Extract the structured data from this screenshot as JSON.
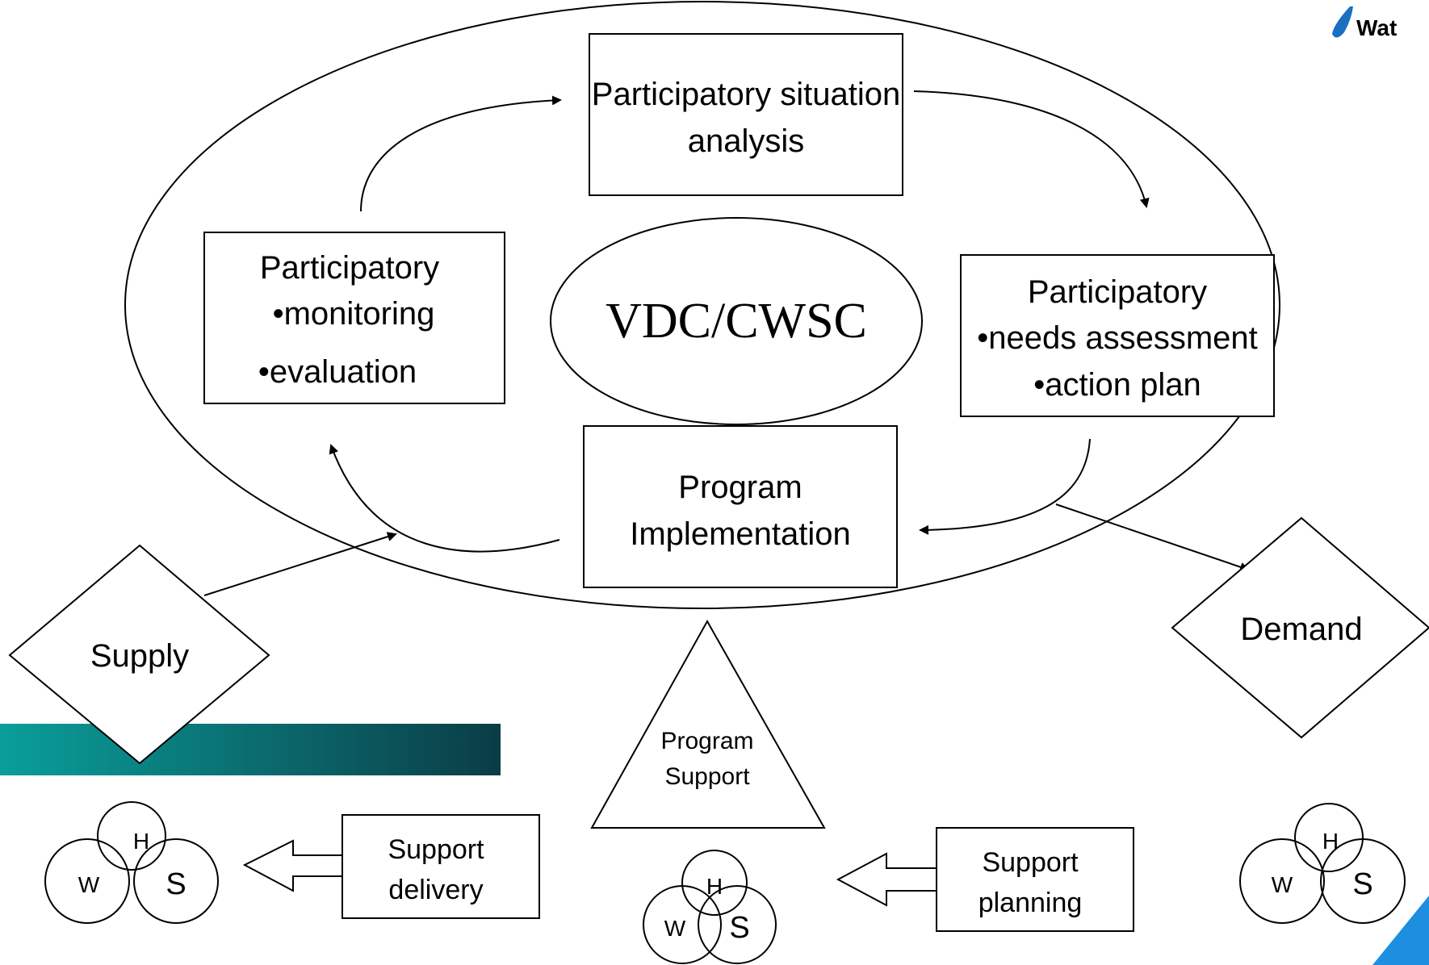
{
  "logo": {
    "text": "Wat"
  },
  "center": {
    "label": "VDC/CWSC"
  },
  "cycle": {
    "situation": {
      "line1": "Participatory situation",
      "line2": "analysis"
    },
    "needs": {
      "line1": "Participatory",
      "line2": "•needs assessment",
      "line3": "•action plan"
    },
    "implementation": {
      "line1": "Program",
      "line2": "Implementation"
    },
    "monitoring": {
      "line1": "Participatory",
      "line2": "•monitoring",
      "line3": "•evaluation"
    }
  },
  "supply": {
    "label": "Supply"
  },
  "demand": {
    "label": "Demand"
  },
  "program_support": {
    "line1": "Program",
    "line2": "Support"
  },
  "support_delivery": {
    "line1": "Support",
    "line2": "delivery"
  },
  "support_planning": {
    "line1": "Support",
    "line2": "planning"
  },
  "venn": {
    "h": "H",
    "w": "W",
    "s": "S"
  },
  "colors": {
    "accent_bar_start": "#0a9e9a",
    "accent_bar_end": "#0a3d46",
    "corner_accent": "#1e8fe0",
    "logo_blue": "#1a6fc0"
  }
}
